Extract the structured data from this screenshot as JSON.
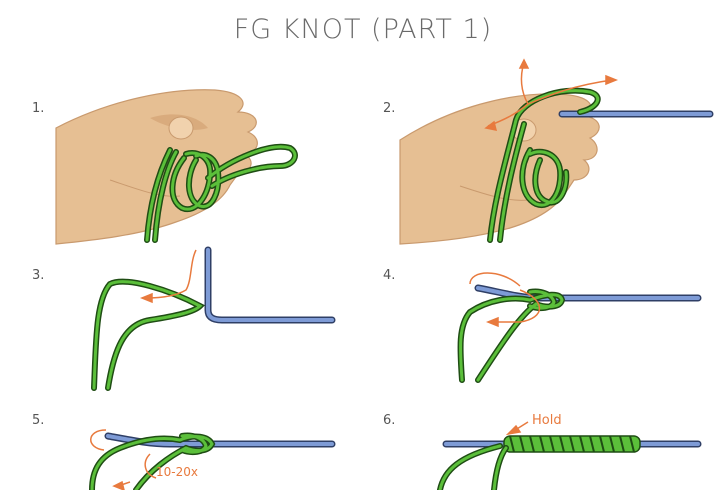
{
  "title": "FG KNOT (PART 1)",
  "steps": [
    {
      "label": "1."
    },
    {
      "label": "2."
    },
    {
      "label": "3."
    },
    {
      "label": "4."
    },
    {
      "label": "5.",
      "annotation": "10-20x"
    },
    {
      "label": "6.",
      "annotation": "Hold"
    }
  ],
  "colors": {
    "skin": "#e6bf93",
    "skin_shade": "#c99a6e",
    "braid": "#5bbf3a",
    "braid_outline": "#1f4d14",
    "leader": "#7e9bd6",
    "leader_outline": "#2f3f66",
    "arrow": "#e87a3e"
  }
}
